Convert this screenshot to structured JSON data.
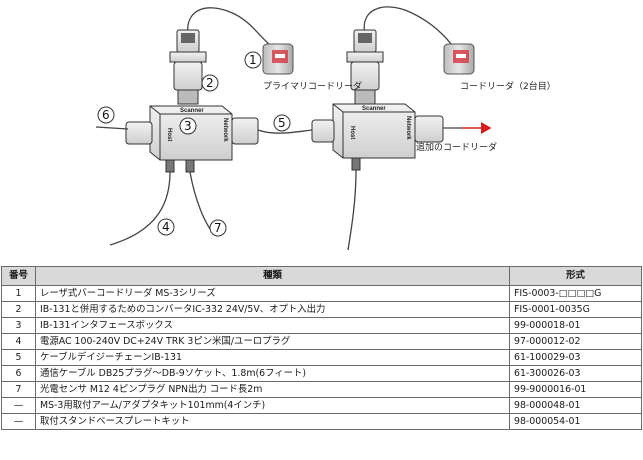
{
  "diagram": {
    "callouts": [
      "1",
      "2",
      "3",
      "4",
      "5",
      "6",
      "7"
    ],
    "captions": {
      "primary_reader": "プライマリコードリーダ",
      "code_reader_2": "コードリーダ（2台目）",
      "additional_reader": "追加のコードリーダ"
    },
    "box_labels": {
      "scanner": "Scanner",
      "host": "Host",
      "network": "Network"
    }
  },
  "table": {
    "headers": [
      "番号",
      "種類",
      "形式"
    ],
    "rows": [
      [
        "1",
        "レーザ式バーコードリーダ MS-3シリーズ",
        "FIS-0003-□□□□G"
      ],
      [
        "2",
        "IB-131と併用するためのコンバータIC-332 24V/5V、オプト入出力",
        "FIS-0001-0035G"
      ],
      [
        "3",
        "IB-131インタフェースボックス",
        "99-000018-01"
      ],
      [
        "4",
        "電源AC 100-240V DC+24V TRK 3ピン米国/ユーロプラグ",
        "97-000012-02"
      ],
      [
        "5",
        "ケーブルデイジーチェーンIB-131",
        "61-100029-03"
      ],
      [
        "6",
        "通信ケーブル DB25プラグ～DB-9ソケット、1.8m(6フィート)",
        "61-300026-03"
      ],
      [
        "7",
        "光電センサ M12 4ピンプラグ NPN出力 コード長2m",
        "99-9000016-01"
      ],
      [
        "—",
        "MS-3用取付アーム/アダプタキット101mm(4インチ)",
        "98-000048-01"
      ],
      [
        "—",
        "取付スタンドベースプレートキット",
        "98-000054-01"
      ]
    ]
  },
  "colors": {
    "header_bg": "#d9d9d9",
    "reader_accent": "#d6404a",
    "arrow": "#d62020"
  }
}
